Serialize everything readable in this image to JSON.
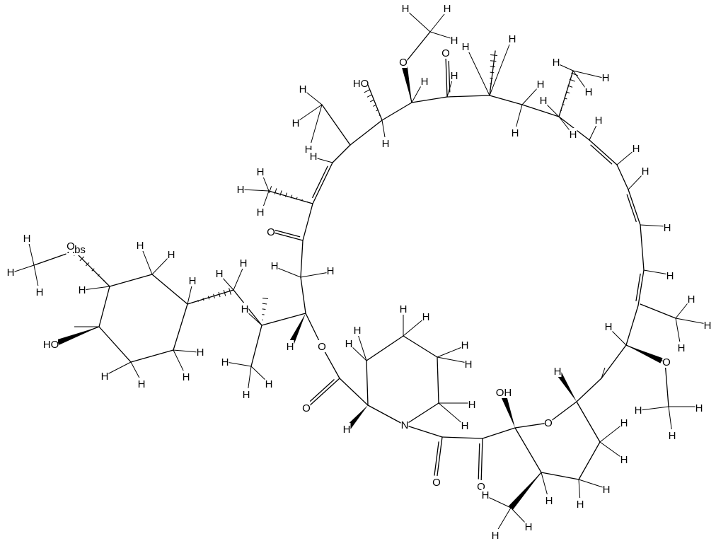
{
  "structure": {
    "bond_color": "#000000",
    "background": "#ffffff"
  },
  "atom_labels": {
    "H": "H",
    "O": "O",
    "N": "N",
    "OH": "OH",
    "HO": "HO",
    "Abs": "Abs"
  }
}
